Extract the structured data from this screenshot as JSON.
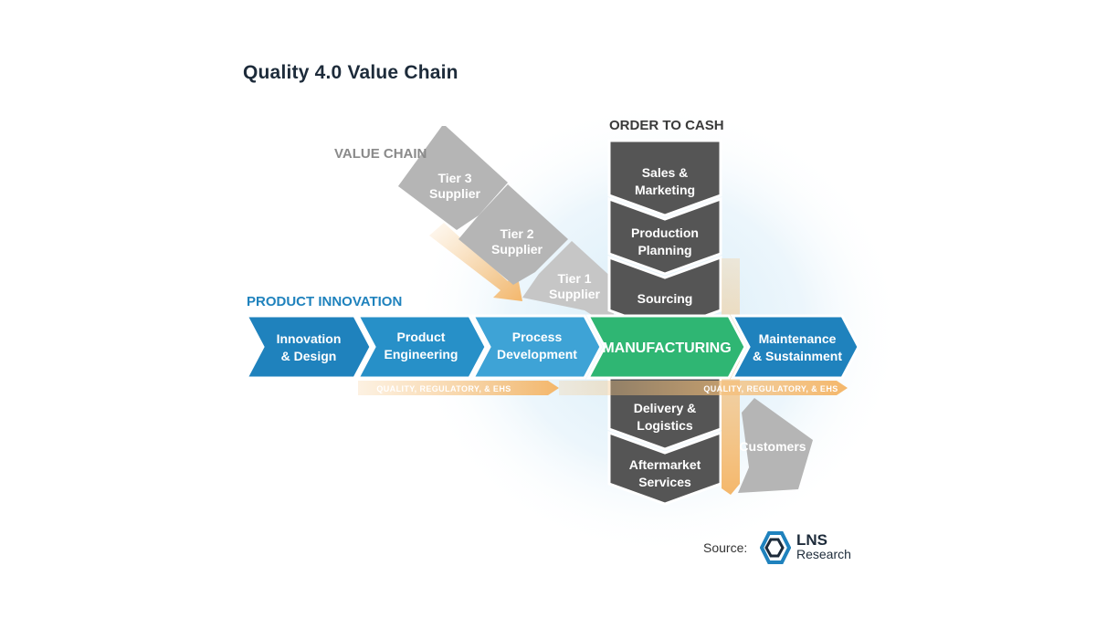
{
  "title": "Quality 4.0 Value Chain",
  "section_labels": {
    "value_chain": "VALUE CHAIN",
    "order_to_cash": "ORDER TO CASH",
    "product_innovation": "PRODUCT INNOVATION"
  },
  "suppliers": [
    {
      "line1": "Tier 3",
      "line2": "Supplier"
    },
    {
      "line1": "Tier 2",
      "line2": "Supplier"
    },
    {
      "line1": "Tier 1",
      "line2": "Supplier"
    }
  ],
  "order_to_cash_steps": [
    {
      "line1": "Sales &",
      "line2": "Marketing"
    },
    {
      "line1": "Production",
      "line2": "Planning"
    },
    {
      "line1": "Sourcing",
      "line2": ""
    },
    {
      "line1": "Delivery &",
      "line2": "Logistics"
    },
    {
      "line1": "Aftermarket",
      "line2": "Services"
    }
  ],
  "product_innovation_steps": [
    {
      "line1": "Innovation",
      "line2": "& Design"
    },
    {
      "line1": "Product",
      "line2": "Engineering"
    },
    {
      "line1": "Process",
      "line2": "Development"
    }
  ],
  "manufacturing": "MANUFACTURING",
  "maintenance": {
    "line1": "Maintenance",
    "line2": "& Sustainment"
  },
  "customers": "Customers",
  "quality_labels": [
    "QUALITY, REGULATORY, & EHS",
    "QUALITY, REGULATORY, & EHS"
  ],
  "source": {
    "label": "Source:",
    "brand": "LNS",
    "brand_sub": "Research"
  },
  "colors": {
    "blue_dark": "#1f82bd",
    "blue_light": "#3ea3d6",
    "green": "#2fb673",
    "gray_dark": "#555555",
    "gray_light": "#b5b5b5",
    "orange": "#f4b76b",
    "label_blue": "#1f82bd",
    "label_gray": "#8a8a8a",
    "label_dark": "#3a3a3a"
  }
}
